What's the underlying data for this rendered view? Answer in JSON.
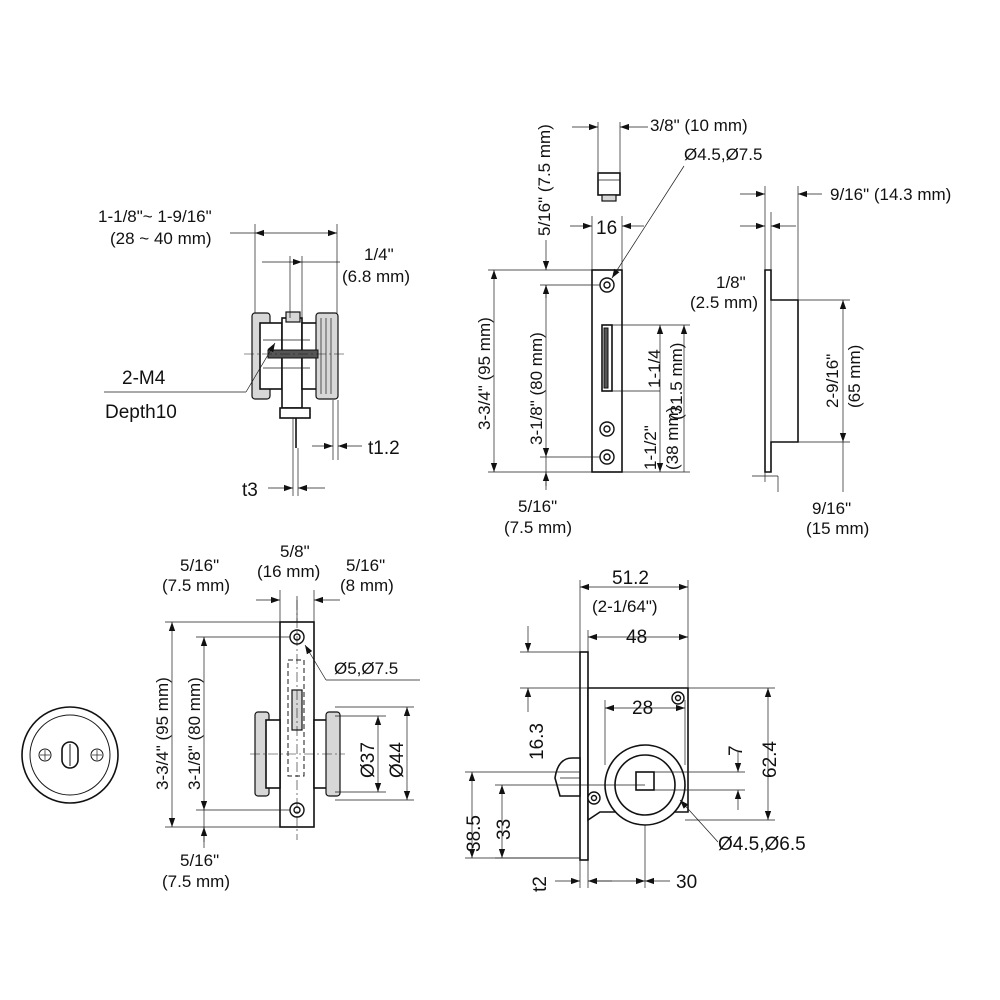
{
  "top_left_view": {
    "dim_range_in": "1-1/8\"~ 1-9/16\"",
    "dim_range_mm": "(28 ~ 40 mm)",
    "dim_quarter_in": "1/4\"",
    "dim_quarter_mm": "(6.8 mm)",
    "note_thread": "2-M4",
    "note_depth": "Depth10",
    "dim_t12": "t1.2",
    "dim_t3": "t3"
  },
  "top_mid_view": {
    "dim_top_width": "3/8\" (10 mm)",
    "dim_holes": "Ø4.5,Ø7.5",
    "dim_side_in": "5/16\" (7.5 mm)",
    "dim_plate_width": "16",
    "dim_total_height": "3-3/4\" (95 mm)",
    "dim_pitch": "3-1/8\" (80 mm)",
    "dim_slot_a": "1-1/4",
    "dim_slot_a_mm": "(31.5 mm)",
    "dim_slot_b": "1-1/2\"",
    "dim_slot_b_mm": "(38 mm)",
    "dim_bottom_in": "5/16\"",
    "dim_bottom_mm": "(7.5 mm)"
  },
  "top_right_view": {
    "dim_top": "9/16\" (14.3  mm)",
    "dim_small_in": "1/8\"",
    "dim_small_mm": "(2.5 mm)",
    "dim_height_in": "2-9/16\"",
    "dim_height_mm": "(65 mm)",
    "dim_bottom_in": "9/16\"",
    "dim_bottom_mm": "(15 mm)"
  },
  "bottom_mid_view": {
    "dim_left_in": "5/16\"",
    "dim_left_mm": "(7.5 mm)",
    "dim_mid_in": "5/8\"",
    "dim_mid_mm": "(16 mm)",
    "dim_right_in": "5/16\"",
    "dim_right_mm": "(8 mm)",
    "dim_holes": "Ø5,Ø7.5",
    "dim_total_height": "3-3/4\" (95 mm)",
    "dim_pitch": "3-1/8\" (80 mm)",
    "dim_d37": "Ø37",
    "dim_d44": "Ø44",
    "dim_bottom_in": "5/16\"",
    "dim_bottom_mm": "(7.5 mm)"
  },
  "bottom_right_view": {
    "dim_width": "51.2",
    "dim_width_in": "(2-1/64\")",
    "dim_48": "48",
    "dim_28": "28",
    "dim_16_3": "16.3",
    "dim_7": "7",
    "dim_62_4": "62.4",
    "dim_38_5": "38.5",
    "dim_33": "33",
    "dim_holes": "Ø4.5,Ø6.5",
    "dim_t2": "t2",
    "dim_30": "30"
  }
}
